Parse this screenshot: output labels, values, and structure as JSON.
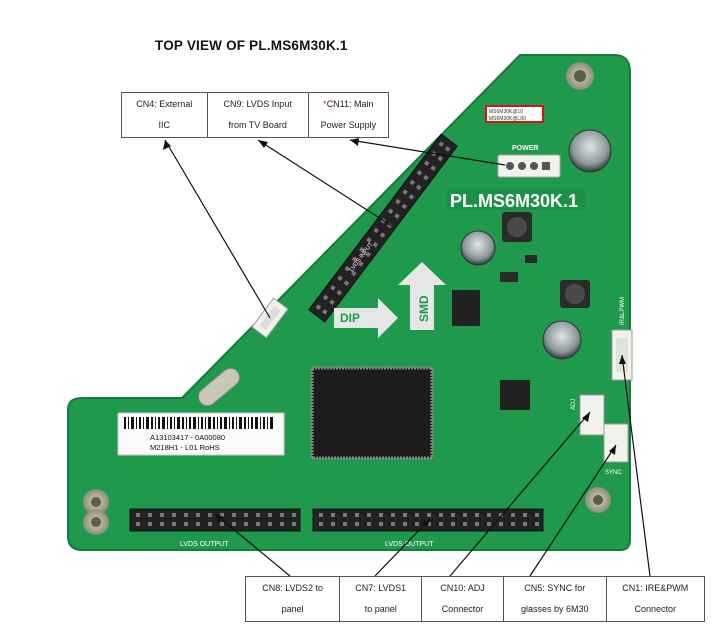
{
  "title": "TOP VIEW OF PL.MS6M30K.1",
  "board": {
    "model_text": "PL.MS6M30K.1",
    "power_label": "POWER",
    "lvds_input_label": "LVDS INPUT",
    "lvds_output_left": "LVDS OUTPUT",
    "lvds_output_right": "LVDS OUTPUT",
    "dip_label": "DIP",
    "smd_label": "SMD",
    "barcode_line1": "A13103417 - 0A00080",
    "barcode_line2": "M218H1 - L01  RoHS",
    "sync_label": "SYNC",
    "adj_label": "ADJ",
    "irlap_label": "IR&LPWM",
    "sticker_line1": "MS6M30K@10",
    "sticker_line2": "MS6M30K@L80"
  },
  "top_labels": [
    {
      "name": "CN4: External",
      "desc": "IIC"
    },
    {
      "prefix": "",
      "name": "CN9: LVDS Input",
      "desc": "from TV Board"
    },
    {
      "prefix": "*",
      "name": "CN11: Main",
      "desc": "Power Supply"
    }
  ],
  "bottom_labels": [
    {
      "name": "CN8: LVDS2 to",
      "desc": "panel"
    },
    {
      "name": "CN7: LVDS1",
      "desc": "to panel"
    },
    {
      "name": "CN10: ADJ",
      "desc": "Connector"
    },
    {
      "name": "CN5: SYNC for",
      "desc": "glasses by 6M30"
    },
    {
      "name": "CN1: IRE&PWM",
      "desc": "Connector"
    }
  ],
  "colors": {
    "pcb": "#1f9a4c",
    "pcb_dark": "#167a3a",
    "chip": "#1c1c1c",
    "connector": "#f2f2ec",
    "header": "#222222"
  }
}
